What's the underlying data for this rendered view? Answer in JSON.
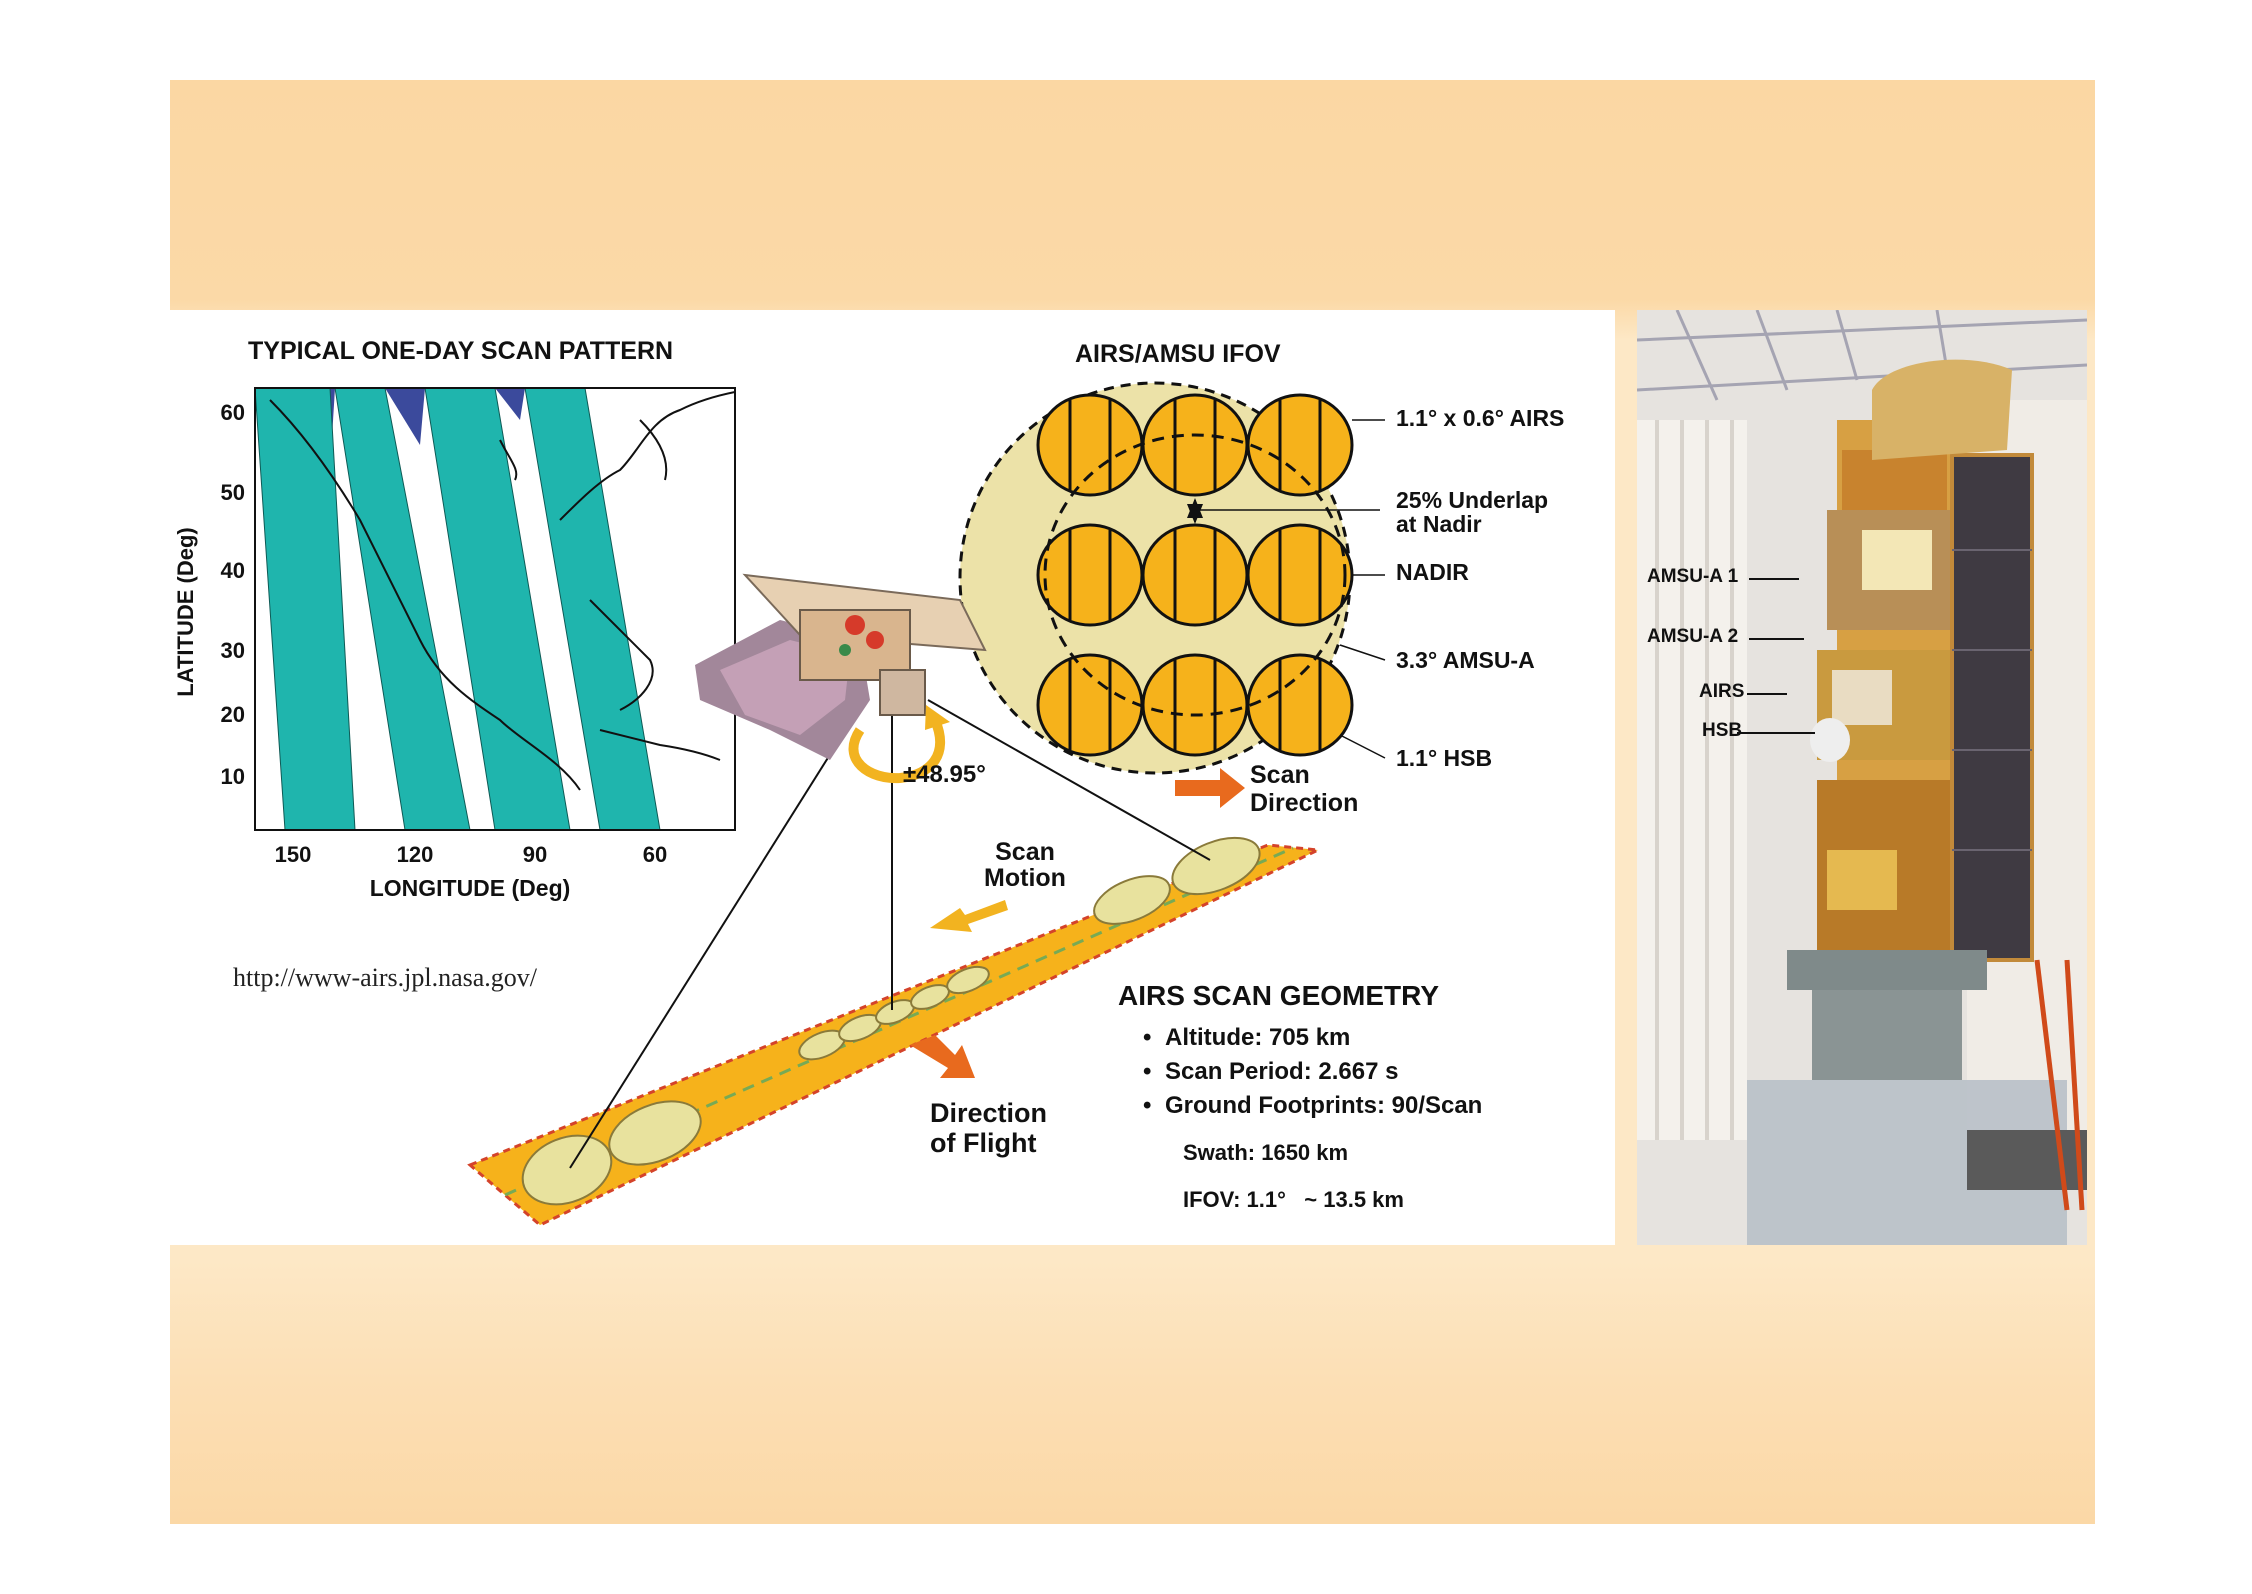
{
  "scan_map": {
    "title": "TYPICAL ONE-DAY SCAN PATTERN",
    "ylabel": "LATITUDE (Deg)",
    "xlabel": "LONGITUDE (Deg)",
    "y_ticks": [
      "60",
      "50",
      "40",
      "30",
      "20",
      "10"
    ],
    "x_ticks": [
      "150",
      "120",
      "90",
      "60"
    ]
  },
  "url": "http://www-airs.jpl.nasa.gov/",
  "ifov": {
    "title": "AIRS/AMSU IFOV",
    "labels": [
      "1.1° x 0.6° AIRS",
      "25% Underlap",
      "at Nadir",
      "NADIR",
      "3.3° AMSU-A",
      "1.1° HSB"
    ],
    "scan_direction": [
      "Scan",
      "Direction"
    ]
  },
  "geometry": {
    "angle": "±48.95°",
    "scan_motion": [
      "Scan",
      "Motion"
    ],
    "direction_of_flight": [
      "Direction",
      "of Flight"
    ],
    "title": "AIRS SCAN GEOMETRY",
    "bullets": [
      "Altitude: 705 km",
      "Scan Period: 2.667 s",
      "Ground Footprints: 90/Scan"
    ],
    "swath": "Swath: 1650 km",
    "ifov_line": "IFOV: 1.1°   ~ 13.5 km"
  },
  "photo_labels": [
    "AMSU-A 1",
    "AMSU-A 2",
    "AIRS",
    "HSB"
  ],
  "colors": {
    "band": "#1fb5ad",
    "gap": "#3b4a9c",
    "footprint": "#f6b21b",
    "ground": "#e8e29e",
    "arrow": "#e86a1e"
  }
}
